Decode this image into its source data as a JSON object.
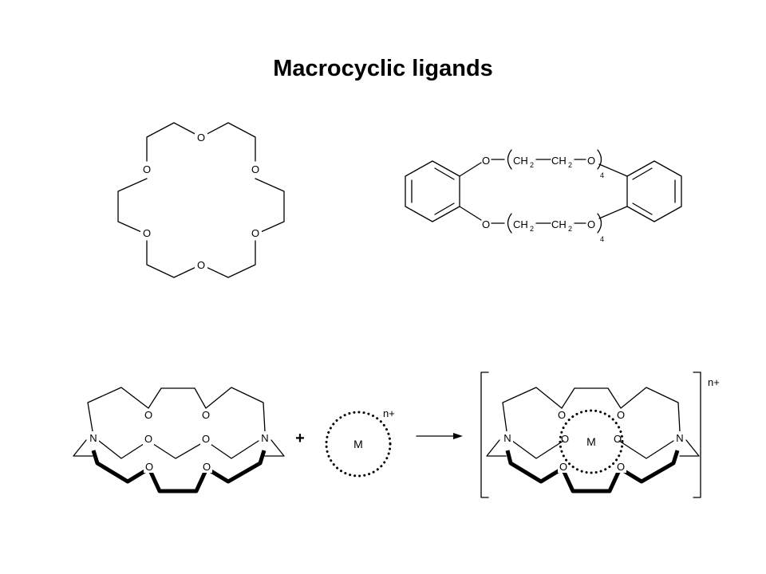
{
  "title": "Macrocyclic ligands",
  "atoms": {
    "oxygen": "O",
    "nitrogen": "N",
    "metal": "M"
  },
  "groups": {
    "methylene": "CH",
    "methylene_subscript": "2",
    "repeat_count": "4"
  },
  "charge": "n+",
  "operator_plus": "+"
}
